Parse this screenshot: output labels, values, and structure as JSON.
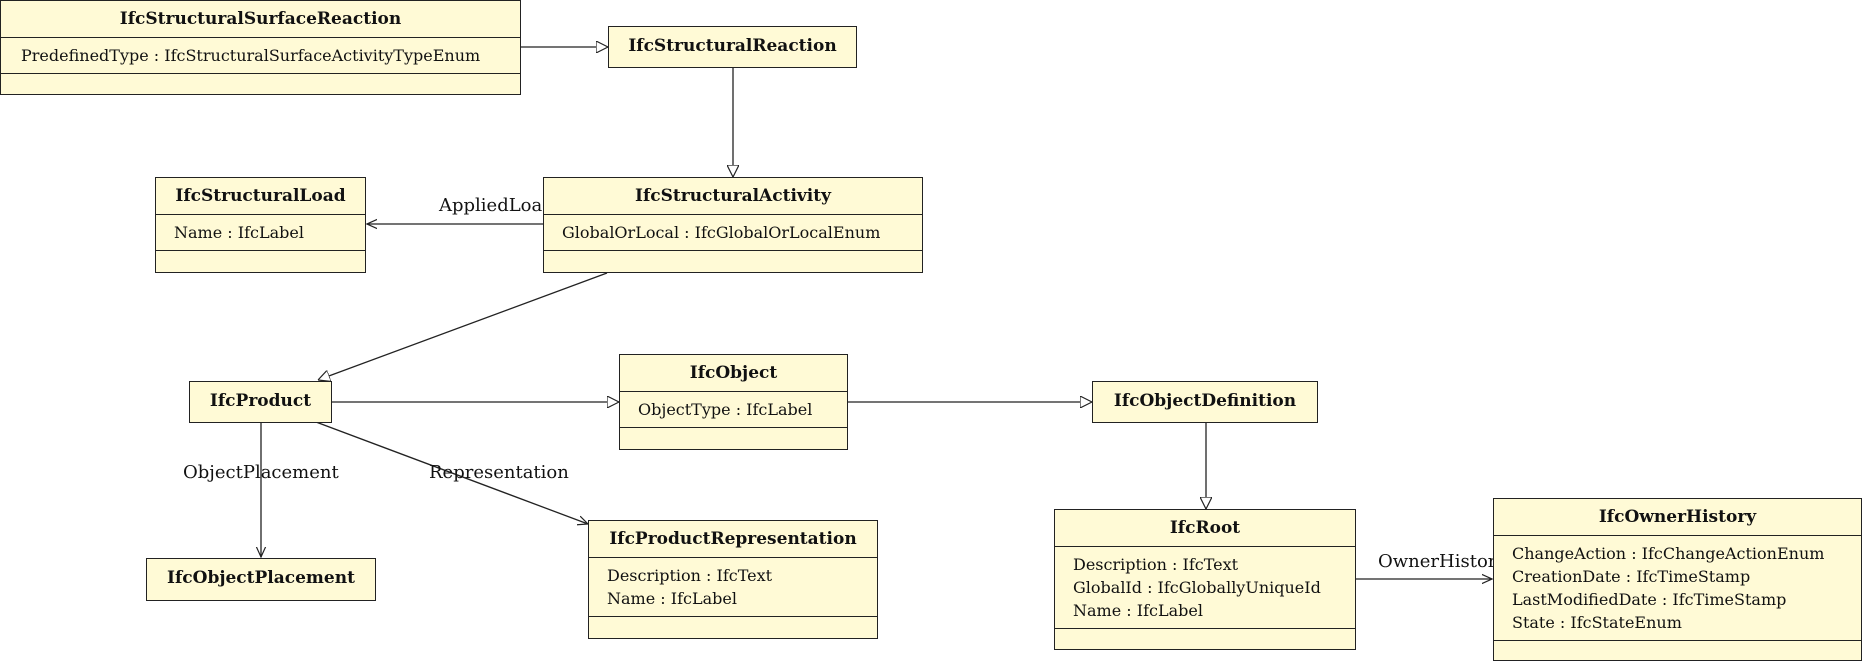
{
  "classes": {
    "surface_reaction": {
      "name": "IfcStructuralSurfaceReaction",
      "attrs": [
        "PredefinedType : IfcStructuralSurfaceActivityTypeEnum"
      ]
    },
    "reaction": {
      "name": "IfcStructuralReaction"
    },
    "load": {
      "name": "IfcStructuralLoad",
      "attrs": [
        "Name : IfcLabel"
      ]
    },
    "activity": {
      "name": "IfcStructuralActivity",
      "attrs": [
        "GlobalOrLocal : IfcGlobalOrLocalEnum"
      ]
    },
    "product": {
      "name": "IfcProduct"
    },
    "object": {
      "name": "IfcObject",
      "attrs": [
        "ObjectType : IfcLabel"
      ]
    },
    "object_definition": {
      "name": "IfcObjectDefinition"
    },
    "object_placement": {
      "name": "IfcObjectPlacement"
    },
    "product_representation": {
      "name": "IfcProductRepresentation",
      "attrs": [
        "Description : IfcText",
        "Name : IfcLabel"
      ]
    },
    "root": {
      "name": "IfcRoot",
      "attrs": [
        "Description : IfcText",
        "GlobalId : IfcGloballyUniqueId",
        "Name : IfcLabel"
      ]
    },
    "owner_history": {
      "name": "IfcOwnerHistory",
      "attrs": [
        "ChangeAction : IfcChangeActionEnum",
        "CreationDate : IfcTimeStamp",
        "LastModifiedDate : IfcTimeStamp",
        "State : IfcStateEnum"
      ]
    }
  },
  "associations": {
    "applied_load": "AppliedLoad",
    "object_placement": "ObjectPlacement",
    "representation": "Representation",
    "owner_history": "OwnerHistory"
  },
  "colors": {
    "box_fill": "#fffad6",
    "stroke": "#222222"
  }
}
